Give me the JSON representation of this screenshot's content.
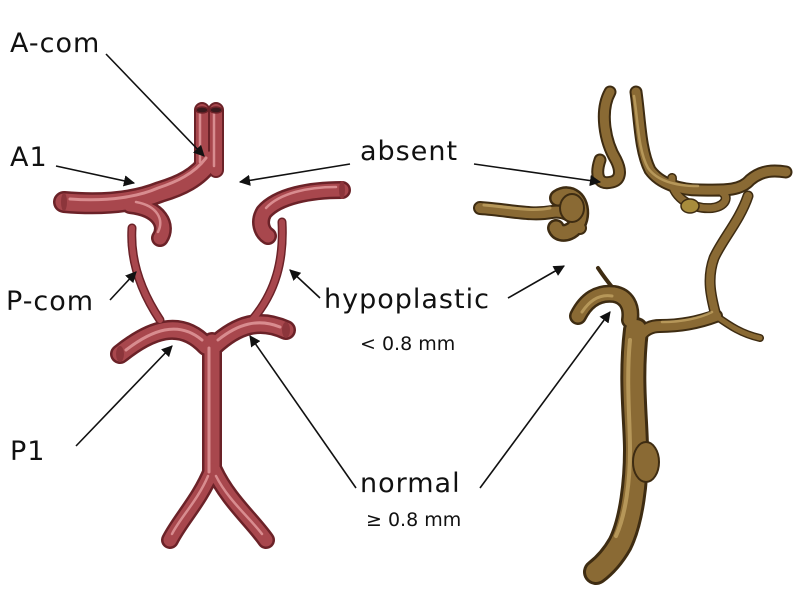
{
  "labels": {
    "acom": "A-com",
    "a1": "A1",
    "pcom": "P-com",
    "p1": "P1",
    "absent": "absent",
    "hypoplastic": "hypoplastic",
    "hypoplastic_size": "< 0.8 mm",
    "normal": "normal",
    "normal_size": "≥ 0.8 mm"
  },
  "colors": {
    "illustration_vessel": "#a8474d",
    "illustration_highlight": "#e9a3a6",
    "illustration_shadow": "#6b2228",
    "scan_vessel": "#8a6a34",
    "scan_highlight": "#c9ab6a",
    "scan_shadow": "#3e2c12",
    "text": "#111111"
  }
}
